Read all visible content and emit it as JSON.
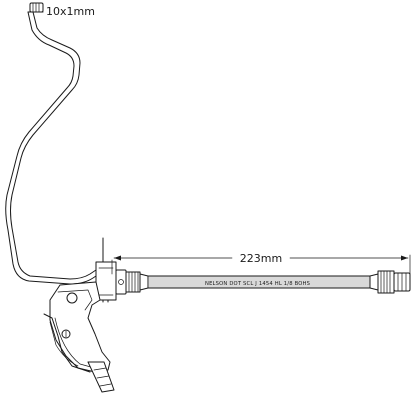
{
  "labels": {
    "pipe_thread": "10x1mm",
    "hose_length": "223mm",
    "hose_marking": "NELSON  DOT  SCL  J  1454  HL  1/8  BOHS"
  },
  "colors": {
    "line": "#1a1a1a",
    "background": "#ffffff",
    "hose_fill": "#d9d9d9"
  }
}
